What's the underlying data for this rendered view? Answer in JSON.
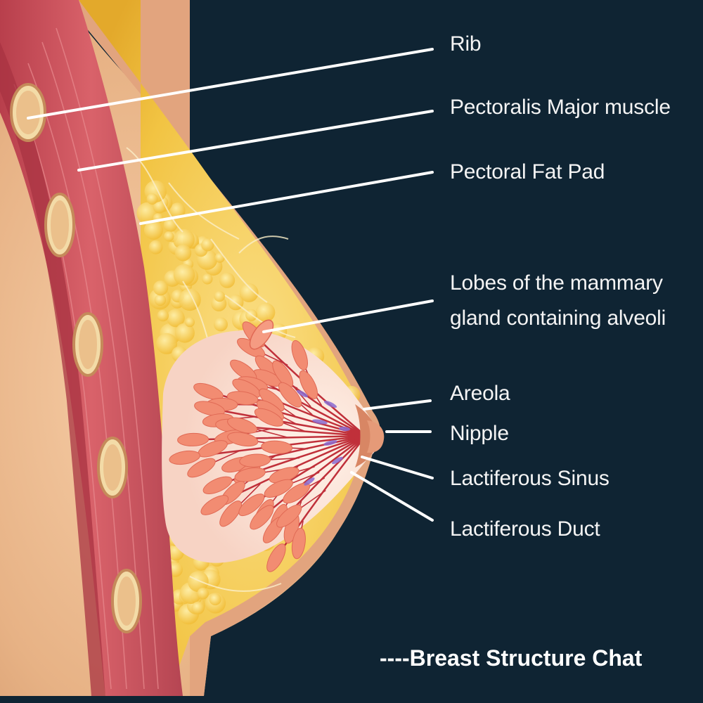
{
  "labels": {
    "rib": "Rib",
    "pectoralis_major": "Pectoralis Major muscle",
    "pectoral_fat_pad": "Pectoral Fat Pad",
    "lobes_line1": "Lobes of the mammary",
    "lobes_line2": "gland containing alveoli",
    "areola": "Areola",
    "nipple": "Nipple",
    "lactiferous_sinus": "Lactiferous Sinus",
    "lactiferous_duct": "Lactiferous Duct"
  },
  "caption": "----Breast Structure Chat",
  "colors": {
    "background": "#0f2433",
    "skin": "#e9b98e",
    "muscle": "#c8505a",
    "fat": "#f2c443",
    "gland": "#f0826e",
    "leader_line": "#ffffff"
  }
}
